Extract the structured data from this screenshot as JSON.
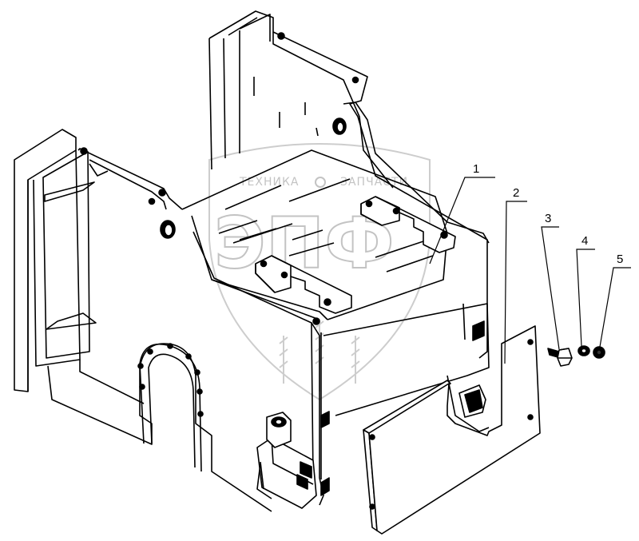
{
  "callouts": [
    {
      "id": "1",
      "label": "1"
    },
    {
      "id": "2",
      "label": "2"
    },
    {
      "id": "3",
      "label": "3"
    },
    {
      "id": "4",
      "label": "4"
    },
    {
      "id": "5",
      "label": "5"
    }
  ],
  "watermark": {
    "left_word": "ТЕХНИКА",
    "right_word": "ЗАПЧАСТИ",
    "logo": "ЭПФ"
  },
  "colors": {
    "line": "#000000",
    "watermark": "#bdbdbd",
    "background": "#ffffff"
  }
}
